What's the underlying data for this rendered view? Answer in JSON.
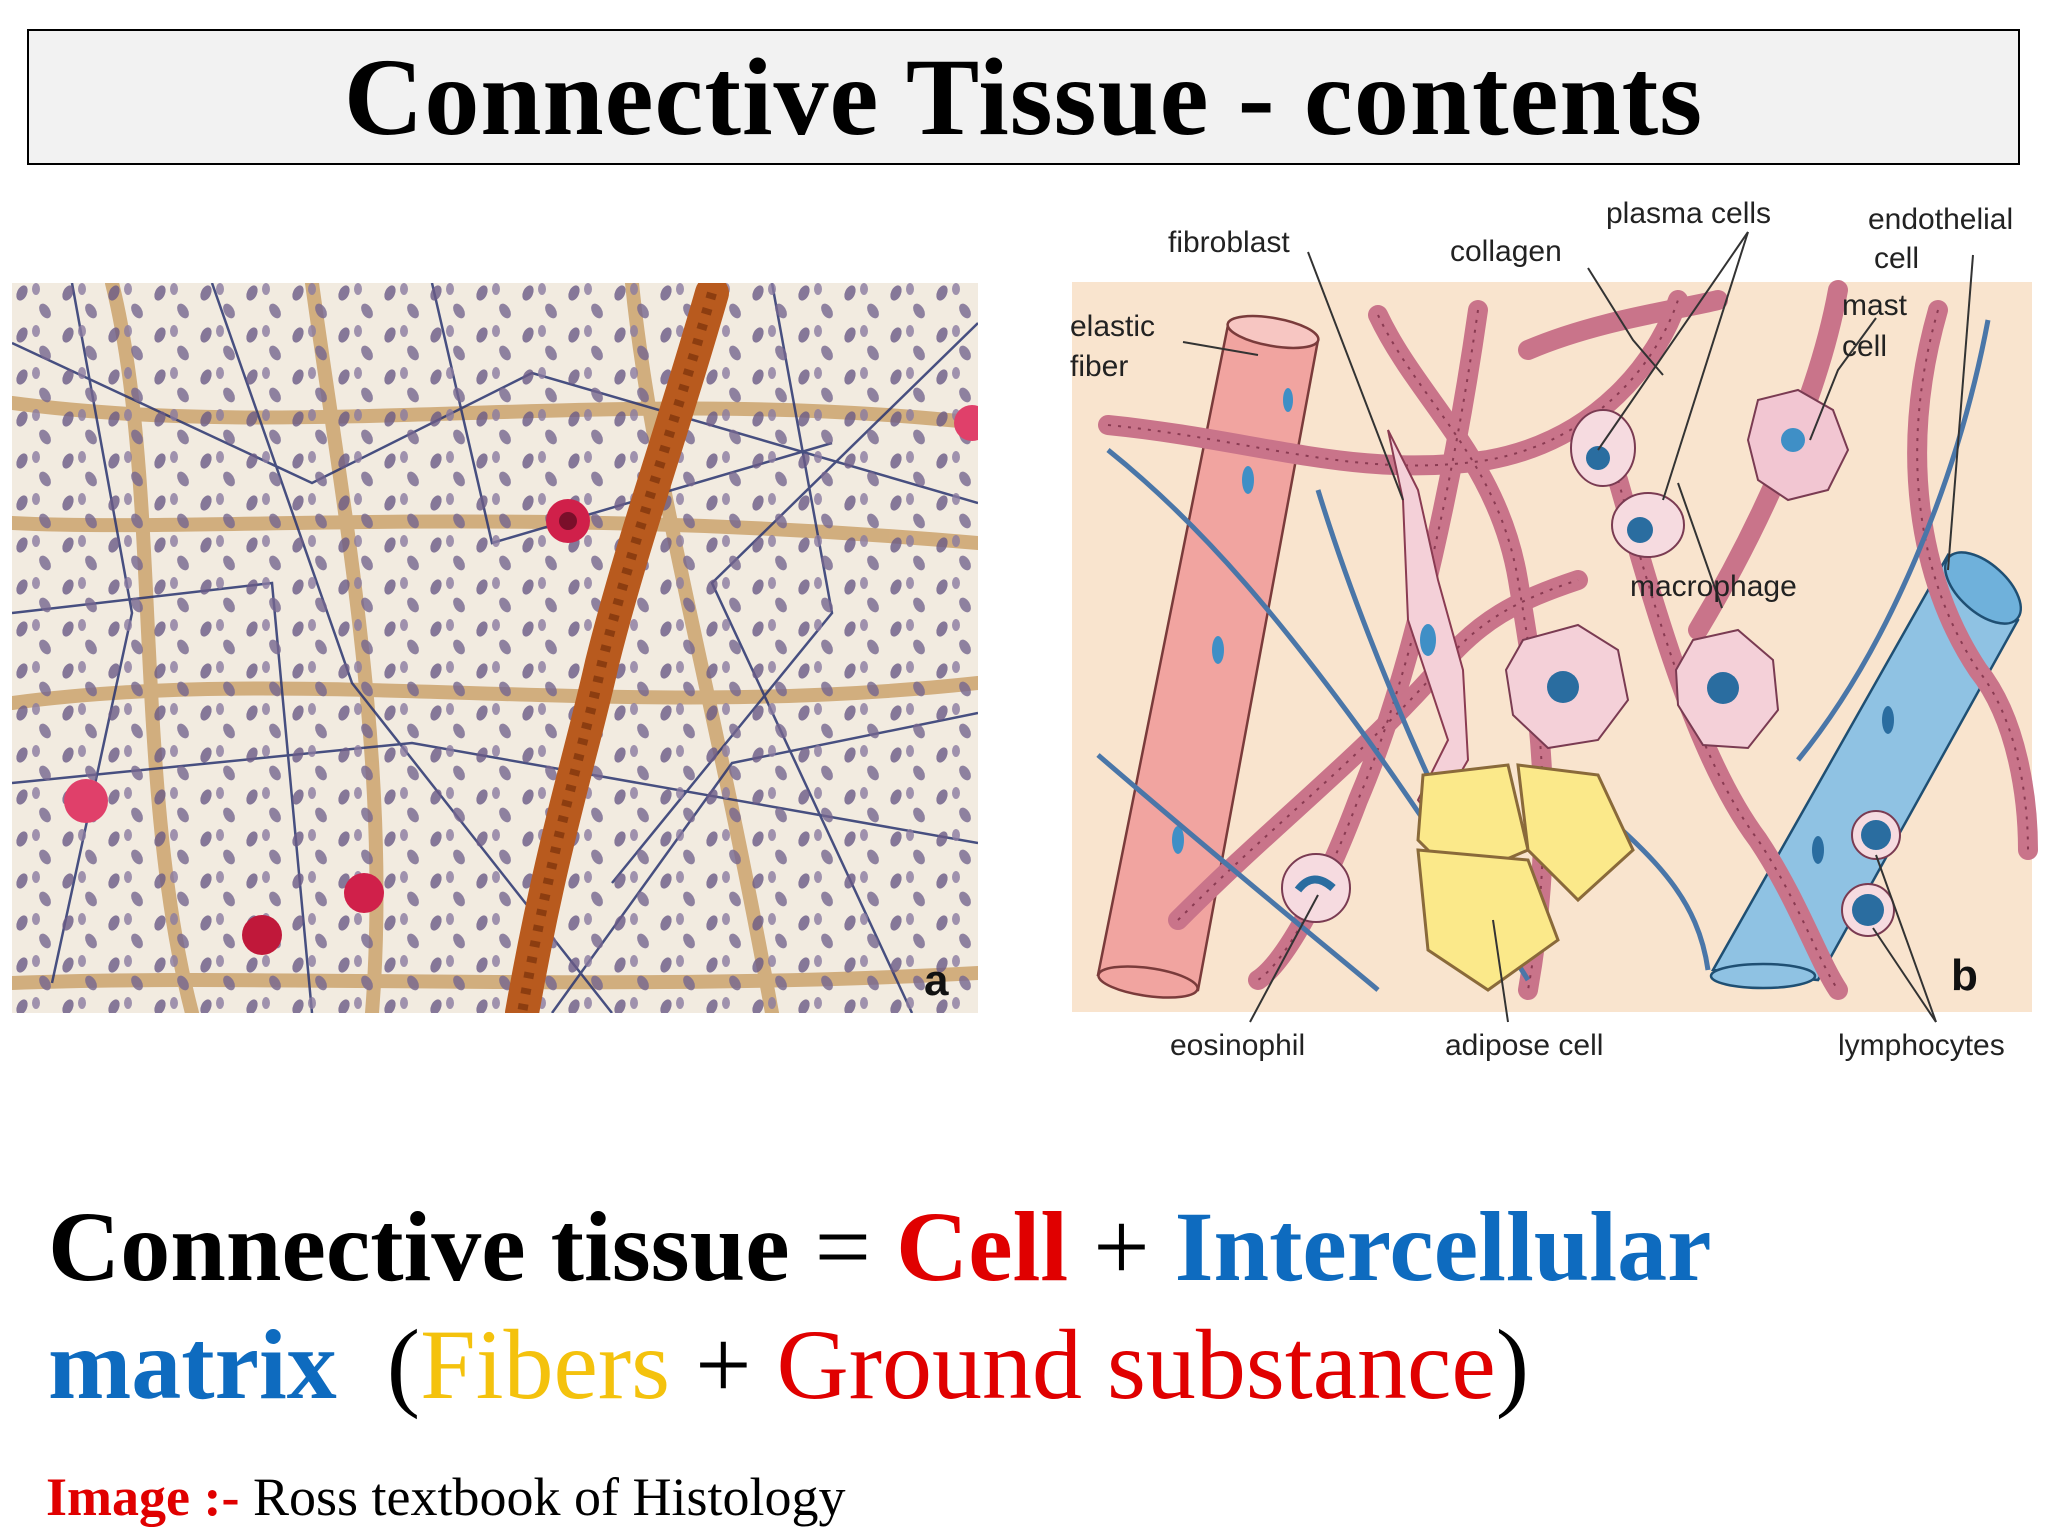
{
  "title": "Connective Tissue - contents",
  "panel_a": {
    "letter": "a",
    "image": "connective-tissue-micrograph"
  },
  "panel_b": {
    "letter": "b",
    "labels": {
      "fibroblast": "fibroblast",
      "collagen": "collagen",
      "plasma_cells": "plasma cells",
      "endothelial_1": "endothelial",
      "endothelial_2": "cell",
      "mast_1": "mast",
      "mast_2": "cell",
      "elastic_1": "elastic",
      "elastic_2": "fiber",
      "macrophage": "macrophage",
      "eosinophil": "eosinophil",
      "adipose": "adipose cell",
      "lymphocytes": "lymphocytes"
    }
  },
  "equation": {
    "part1": "Connective tissue",
    "eq": " = ",
    "cell": "Cell",
    "plus1": " + ",
    "intercellular": "Intercellular",
    "matrix": "matrix",
    "open": "  (",
    "fibers": "Fibers",
    "plus2": " + ",
    "ground": "Ground substance",
    "close": ")"
  },
  "credit": {
    "label": "Image :-",
    "text": " Ross textbook of Histology"
  },
  "colors": {
    "red": "#e00000",
    "blue": "#0e6bbf",
    "gold": "#f4c20d"
  }
}
